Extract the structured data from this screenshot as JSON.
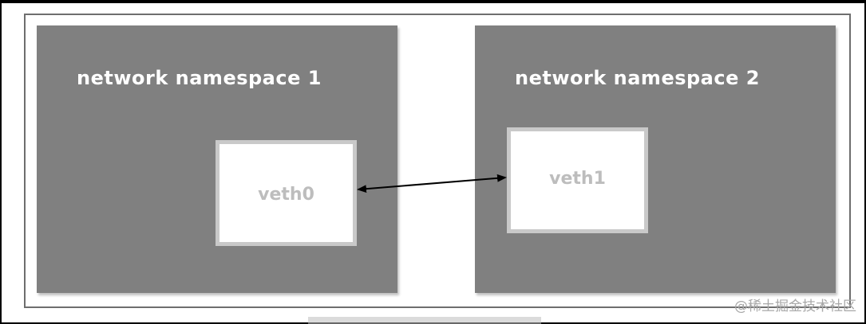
{
  "namespaces": [
    {
      "title": "network namespace 1",
      "device": "veth0"
    },
    {
      "title": "network namespace 2",
      "device": "veth1"
    }
  ],
  "link": {
    "kind": "bidirectional-arrow"
  },
  "watermark": "@稀土掘金技术社区",
  "colors": {
    "namespace_fill": "#808080",
    "device_fill": "#ffffff",
    "device_border": "#c9c9c9",
    "device_text": "#bdbdbd",
    "title_text": "#ffffff",
    "arrow": "#000000"
  }
}
